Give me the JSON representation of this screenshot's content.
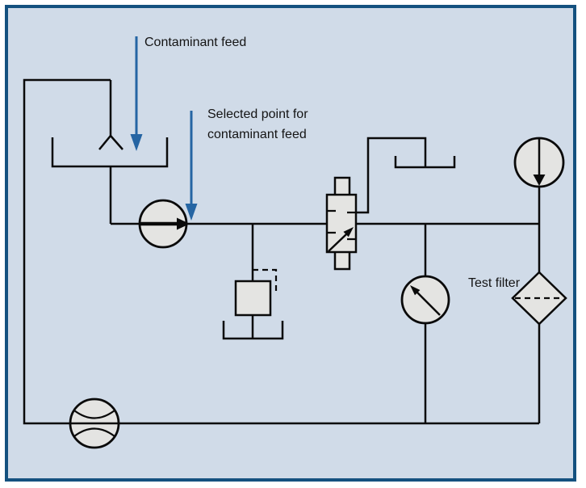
{
  "diagram": {
    "type": "hydraulic-contamination-test-circuit",
    "labels": {
      "contaminant_feed": "Contaminant feed",
      "selected_point_line1": "Selected point for",
      "selected_point_line2": "contaminant feed",
      "test_filter": "Test filter"
    },
    "symbols": [
      "contaminant-reservoir",
      "funnel-fork-icon",
      "circulation-pump",
      "relief-valve",
      "flow-control-valve",
      "drain-reservoir",
      "pressure-gauge",
      "test-filter",
      "flow-indicator",
      "flow-meter"
    ]
  },
  "colors": {
    "page_background": "#ffffff",
    "panel_background": "#d0dbe8",
    "panel_border": "#14517f",
    "line": "#0a0a0a",
    "component_fill": "#e4e4e2",
    "arrow_blue": "#2565a3",
    "text": "#141414"
  }
}
